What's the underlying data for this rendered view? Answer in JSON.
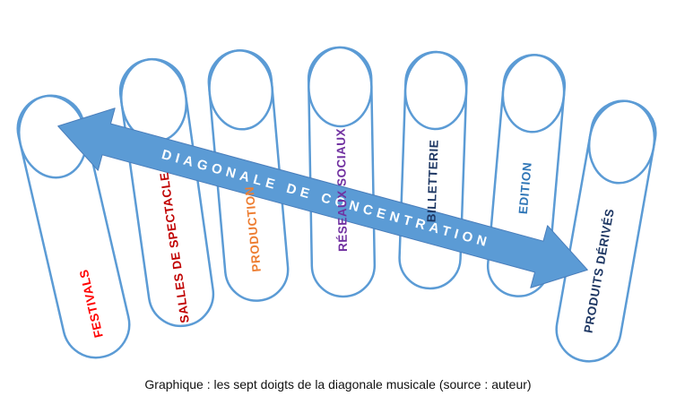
{
  "diagram": {
    "outline_color": "#5B9BD5",
    "arrow": {
      "label": "DIAGONALE DE CONCENTRATION",
      "color": "#5B9BD5",
      "text_color": "#FFFFFF"
    },
    "fingers": [
      {
        "label": "FESTIVALS",
        "color": "#FF0000"
      },
      {
        "label": "SALLES DE SPECTACLE",
        "color": "#C00000"
      },
      {
        "label": "PRODUCTION",
        "color": "#ED7D31"
      },
      {
        "label": "RÉSEAUX SOCIAUX",
        "color": "#7030A0"
      },
      {
        "label": "BILLETTERIE",
        "color": "#1F3864"
      },
      {
        "label": "EDITION",
        "color": "#2E75B6"
      },
      {
        "label": "PRODUITS DÉRIVÉS",
        "color": "#1F3864"
      }
    ],
    "caption": "Graphique : les sept doigts de la diagonale musicale (source : auteur)"
  }
}
